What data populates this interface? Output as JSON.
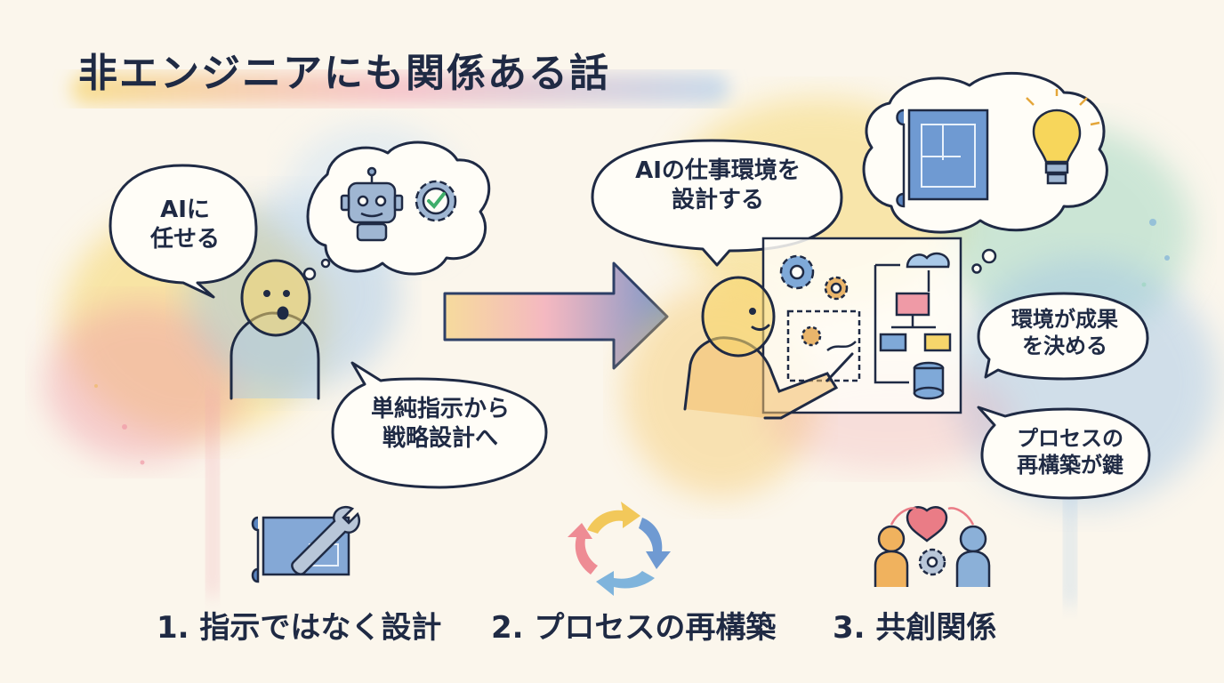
{
  "title": "非エンジニアにも関係ある話",
  "bubbles": {
    "left_speech": [
      "AIに",
      "任せる"
    ],
    "left_thought_icons": [
      "robot-icon",
      "gear-check-icon"
    ],
    "left_bottom_speech": [
      "単純指示から",
      "戦略設計へ"
    ],
    "center_speech": [
      "AIの仕事環境を",
      "設計する"
    ],
    "right_thought_icons": [
      "blueprint-icon",
      "lightbulb-icon"
    ],
    "right_speech_1": [
      "環境が成果",
      "を決める"
    ],
    "right_speech_2": [
      "プロセスの",
      "再構築が鍵"
    ]
  },
  "captions": [
    {
      "text": "1. 指示ではなく設計",
      "icon": "blueprint-wrench-icon"
    },
    {
      "text": "2. プロセスの再構築",
      "icon": "cycle-arrows-icon"
    },
    {
      "text": "3. 共創関係",
      "icon": "people-heart-icon"
    }
  ],
  "colors": {
    "ink": "#1f2a44",
    "paper": "#fbf6ec",
    "yellow": "#f6d66b",
    "pink": "#ef9aa6",
    "blue": "#7fa9d8",
    "green": "#9dd6c0"
  }
}
